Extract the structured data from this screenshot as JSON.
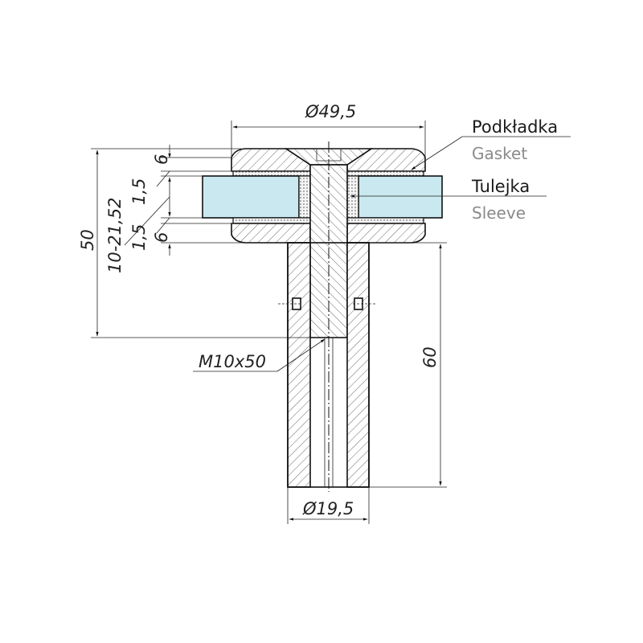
{
  "dimensions": {
    "top_diameter": "Ø49,5",
    "bottom_diameter": "Ø19,5",
    "overall_height": "50",
    "glass_range": "10-21,52",
    "top_cap_thickness": "6",
    "bottom_cap_thickness": "6",
    "gasket_top": "1,5",
    "gasket_bottom": "1,5",
    "sleeve_length": "60",
    "screw": "M10x50"
  },
  "labels": {
    "gasket_pl": "Podkładka",
    "gasket_en": "Gasket",
    "sleeve_pl": "Tulejka",
    "sleeve_en": "Sleeve"
  },
  "colors": {
    "glass": "#c9e8f0",
    "line": "#111111",
    "secondary_text": "#8a8a8a"
  }
}
